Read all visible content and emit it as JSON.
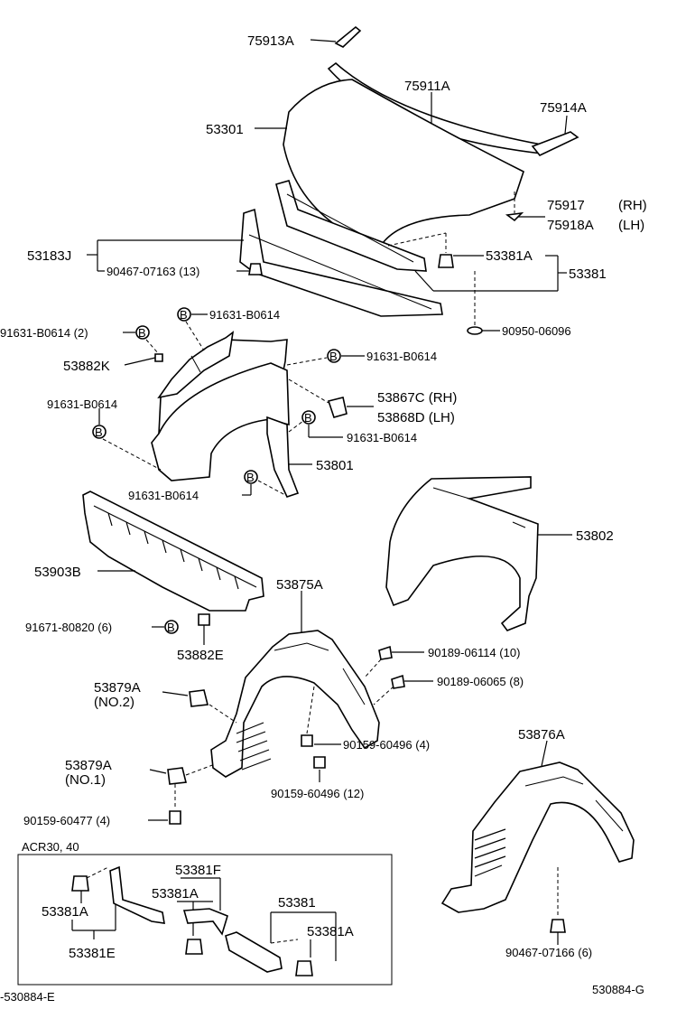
{
  "labels": {
    "p75913A": "75913A",
    "p75911A": "75911A",
    "p75914A": "75914A",
    "p53301": "53301",
    "p75917": "75917",
    "p75917_side": "(RH)",
    "p75918A": "75918A",
    "p75918A_side": "(LH)",
    "p53183J": "53183J",
    "p90467_07163": "90467-07163 (13)",
    "p53381A_top": "53381A",
    "p53381_top": "53381",
    "p90950_06096": "90950-06096",
    "p91631_B0614_2": "91631-B0614 (2)",
    "p91631_B0614_a": "91631-B0614",
    "p91631_B0614_b": "91631-B0614",
    "p91631_B0614_c": "91631-B0614",
    "p91631_B0614_d": "91631-B0614",
    "p91631_B0614_e": "91631-B0614",
    "p53882K": "53882K",
    "p53867C": "53867C (RH)",
    "p53868D": "53868D (LH)",
    "p53801": "53801",
    "p53802": "53802",
    "p53903B": "53903B",
    "p53875A": "53875A",
    "p91671_80820": "91671-80820 (6)",
    "p53882E": "53882E",
    "p90189_06114": "90189-06114 (10)",
    "p90189_06065": "90189-06065 (8)",
    "p53879A_2": "53879A",
    "p53879A_2_sub": "(NO.2)",
    "p90159_60496_4": "90159-60496 (4)",
    "p90159_60496_12": "90159-60496 (12)",
    "p53879A_1": "53879A",
    "p53879A_1_sub": "(NO.1)",
    "p90159_60477": "90159-60477 (4)",
    "p53876A": "53876A",
    "p90467_07166": "90467-07166 (6)",
    "acr": "ACR30, 40",
    "box_53381F": "53381F",
    "box_53381A_a": "53381A",
    "box_53381A_b": "53381A",
    "box_53381": "53381",
    "box_53381A_c": "53381A",
    "box_53381E": "53381E",
    "footer_left": "-530884-E",
    "footer_right": "530884-G",
    "bolt_marker": "B"
  }
}
